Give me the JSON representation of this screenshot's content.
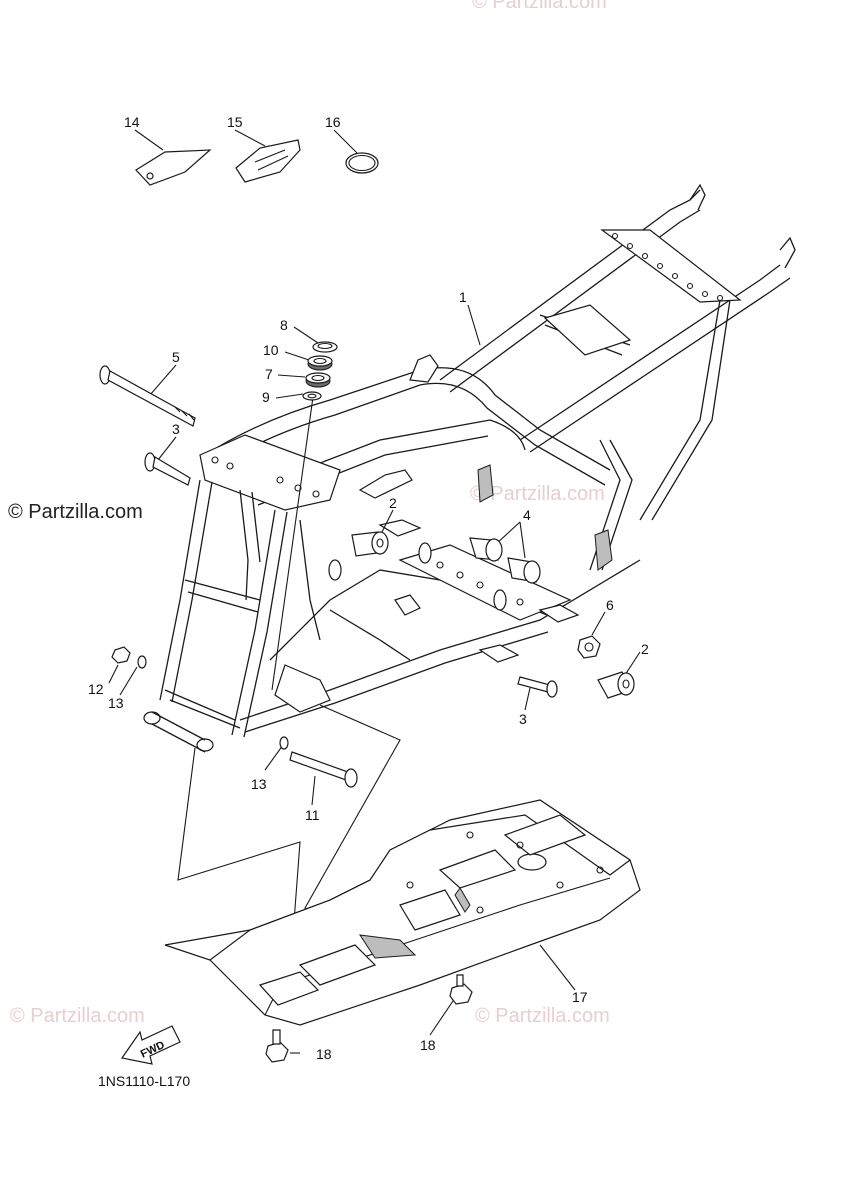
{
  "watermarks": [
    {
      "text": "© Partzilla.com",
      "style": "dark"
    },
    {
      "text": "© Partzilla.com",
      "style": "faint"
    },
    {
      "text": "© Partzilla.com",
      "style": "faint"
    },
    {
      "text": "© Partzilla.com",
      "style": "faint"
    },
    {
      "text": "© Partzilla.com",
      "style": "faint"
    }
  ],
  "callouts": [
    "14",
    "15",
    "16",
    "1",
    "8",
    "10",
    "7",
    "9",
    "5",
    "3",
    "2",
    "4",
    "6",
    "2",
    "12",
    "13",
    "3",
    "13",
    "11",
    "17",
    "18",
    "18"
  ],
  "fwd_label": "FWD",
  "diagram_code": "1NS1110-L170"
}
